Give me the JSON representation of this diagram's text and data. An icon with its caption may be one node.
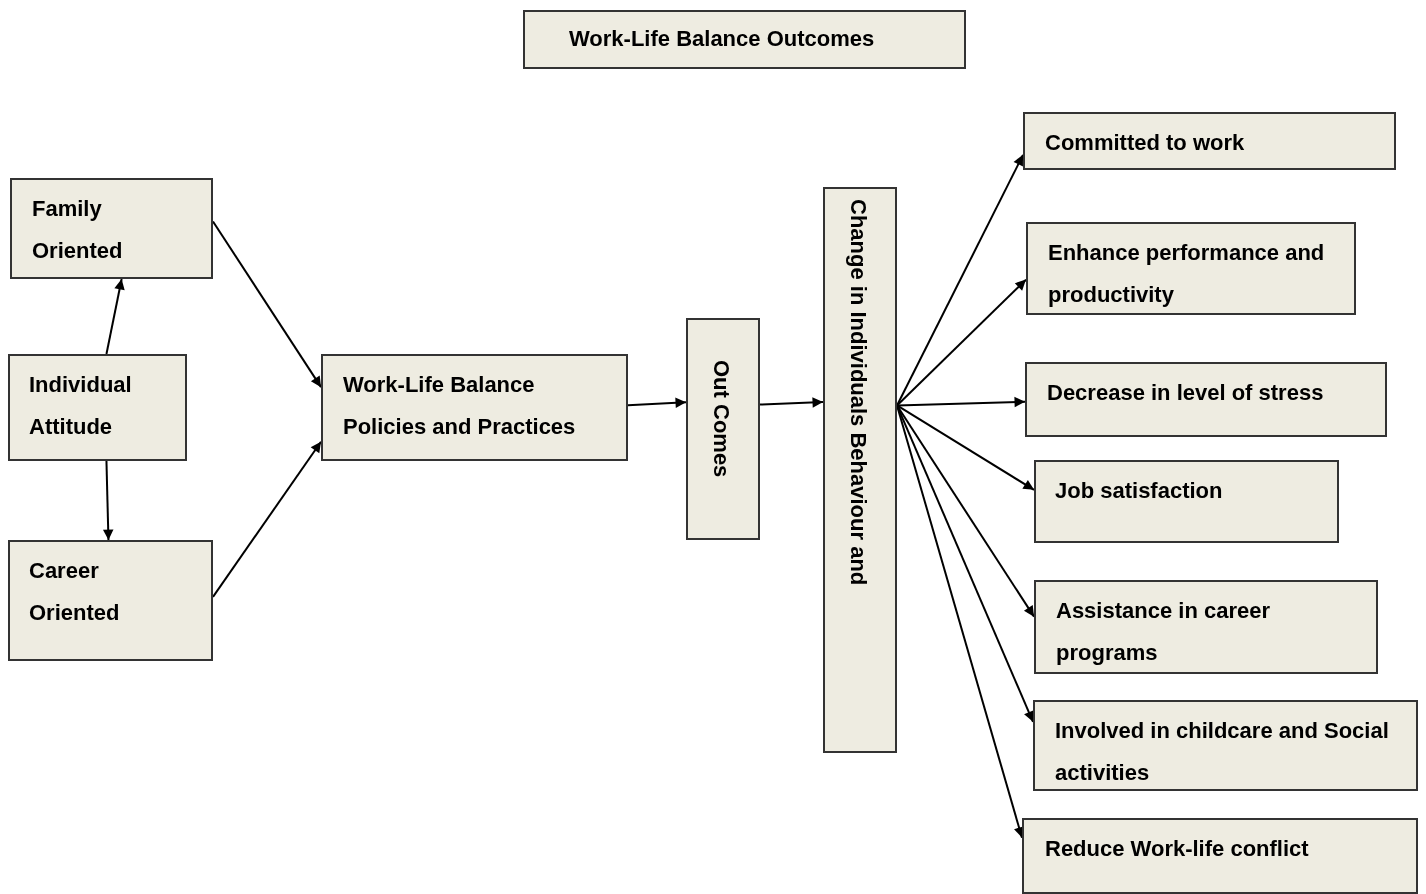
{
  "diagram": {
    "nodes": [
      {
        "text": [
          "Work-Life Balance Outcomes"
        ]
      },
      {
        "text": [
          "Family Oriented"
        ]
      },
      {
        "text": [
          "Individual Attitude"
        ]
      },
      {
        "text": [
          "Career Oriented"
        ]
      },
      {
        "text": [
          "Work-Life Balance Policies and Practices"
        ]
      },
      {
        "text": [
          "Out Comes"
        ]
      },
      {
        "text": [
          "Change in Individuals Behaviour and"
        ]
      },
      {
        "text": [
          "Committed to work"
        ]
      },
      {
        "text": [
          "Enhance performance and productivity"
        ]
      },
      {
        "text": [
          "Decrease in level of stress"
        ]
      },
      {
        "text": [
          "Job satisfaction"
        ]
      },
      {
        "text": [
          "Assistance in career programs"
        ]
      },
      {
        "text": [
          "Involved in childcare and Social activities"
        ]
      },
      {
        "text": [
          "Reduce Work-life conflict"
        ]
      }
    ],
    "edges": [
      {
        "from": 2,
        "to": 1,
        "arrow": "to"
      },
      {
        "from": 2,
        "to": 3,
        "arrow": "to"
      },
      {
        "from": 1,
        "to": 4,
        "arrow": "to"
      },
      {
        "from": 3,
        "to": 4,
        "arrow": "to"
      },
      {
        "from": 4,
        "to": 5,
        "arrow": "to"
      },
      {
        "from": 5,
        "to": 6,
        "arrow": "to"
      },
      {
        "from": 6,
        "to": 7,
        "arrow": "to"
      },
      {
        "from": 6,
        "to": 8,
        "arrow": "to"
      },
      {
        "from": 6,
        "to": 9,
        "arrow": "to"
      },
      {
        "from": 6,
        "to": 10,
        "arrow": "to"
      },
      {
        "from": 6,
        "to": 11,
        "arrow": "to"
      },
      {
        "from": 6,
        "to": 12,
        "arrow": "to"
      },
      {
        "from": 6,
        "to": 13,
        "arrow": "to"
      }
    ]
  }
}
